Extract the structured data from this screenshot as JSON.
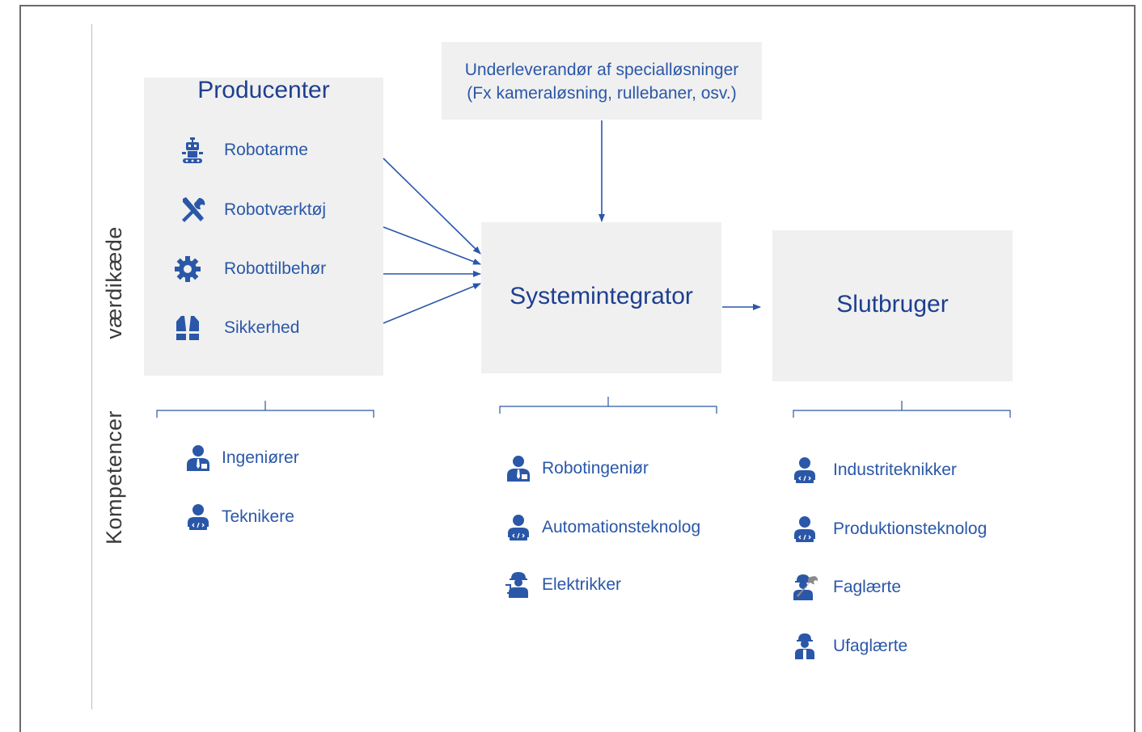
{
  "side_labels": {
    "top": "værdikæde",
    "bottom": "Kompetencer"
  },
  "producers": {
    "title": "Producenter",
    "items": [
      {
        "label": "Robotarme",
        "icon": "robot-icon"
      },
      {
        "label": "Robotværktøj",
        "icon": "tools-icon"
      },
      {
        "label": "Robottilbehør",
        "icon": "gear-icon"
      },
      {
        "label": "Sikkerhed",
        "icon": "safety-vest-icon"
      }
    ]
  },
  "subcontractor": {
    "line1": "Underleverandør af specialløsninger",
    "line2": "(Fx kameraløsning, rullebaner, osv.)"
  },
  "integrator": {
    "title": "Systemintegrator"
  },
  "enduser": {
    "title": "Slutbruger"
  },
  "competences": {
    "producers": [
      {
        "label": "Ingeniører",
        "icon": "engineer-icon"
      },
      {
        "label": "Teknikere",
        "icon": "developer-icon"
      }
    ],
    "integrator": [
      {
        "label": "Robotingeniør",
        "icon": "engineer-icon"
      },
      {
        "label": "Automationsteknolog",
        "icon": "developer-icon"
      },
      {
        "label": "Elektrikker",
        "icon": "electrician-icon"
      }
    ],
    "enduser": [
      {
        "label": "Industriteknikker",
        "icon": "developer-icon"
      },
      {
        "label": "Produktionsteknolog",
        "icon": "developer-icon"
      },
      {
        "label": "Faglærte",
        "icon": "skilled-worker-icon"
      },
      {
        "label": "Ufaglærte",
        "icon": "worker-icon"
      }
    ]
  },
  "colors": {
    "accent": "#2a57a8",
    "title": "#1e3f8f",
    "box": "#f0f0f0"
  }
}
